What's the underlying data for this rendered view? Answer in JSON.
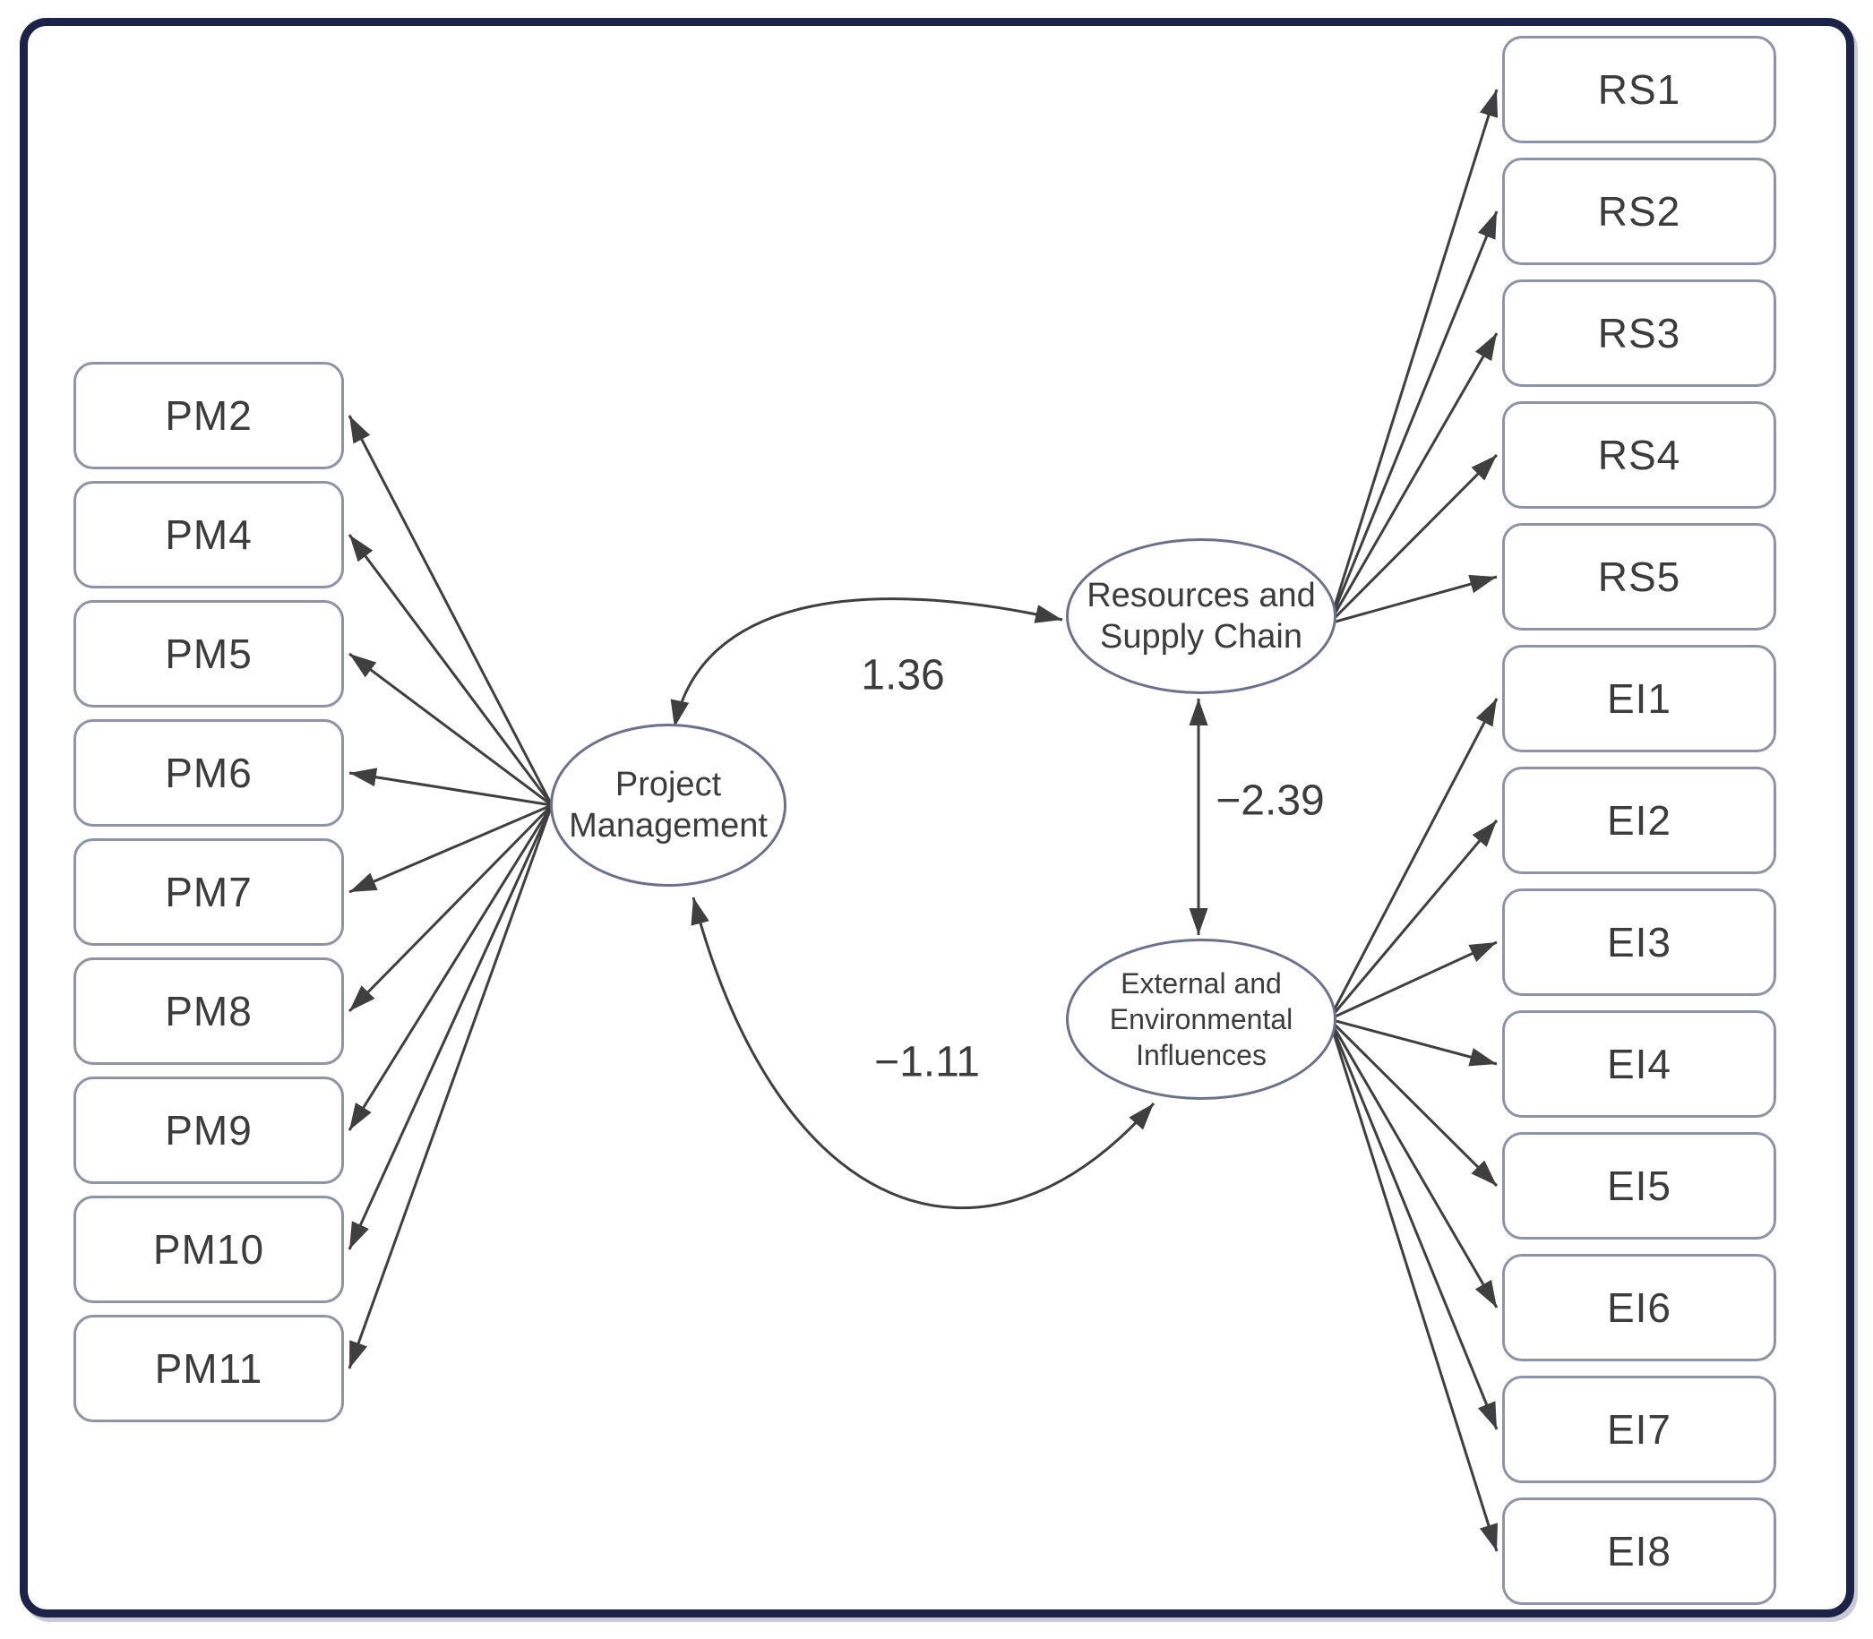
{
  "latents": {
    "pm": {
      "lines": [
        "Project",
        "Management"
      ]
    },
    "rs": {
      "lines": [
        "Resources and",
        "Supply Chain"
      ]
    },
    "ei": {
      "lines": [
        "External and",
        "Environmental",
        "Influences"
      ]
    }
  },
  "indicators": {
    "pm": [
      "PM2",
      "PM4",
      "PM5",
      "PM6",
      "PM7",
      "PM8",
      "PM9",
      "PM10",
      "PM11"
    ],
    "rs": [
      "RS1",
      "RS2",
      "RS3",
      "RS4",
      "RS5"
    ],
    "ei": [
      "EI1",
      "EI2",
      "EI3",
      "EI4",
      "EI5",
      "EI6",
      "EI7",
      "EI8"
    ]
  },
  "coefficients": {
    "pm_rs": "1.36",
    "rs_ei": "−2.39",
    "pm_ei": "−1.11"
  },
  "colors": {
    "frame_border": "#1b2348",
    "box_border": "#8d93a8",
    "ellipse_border": "#6a7190",
    "connector": "#3f3f3f",
    "text": "#3c3c3c"
  }
}
